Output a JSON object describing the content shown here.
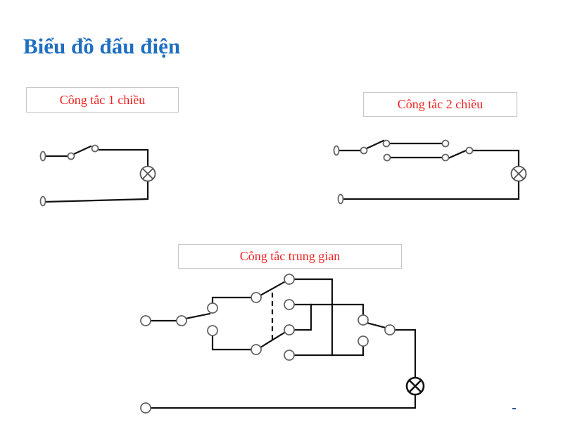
{
  "title": "Biểu đồ đấu điện",
  "colors": {
    "title": "#1f6fc1",
    "label_text": "#f02020",
    "label_border": "#c8c8c8",
    "wire": "#111111",
    "terminal_outline": "#666666"
  },
  "diagrams": [
    {
      "id": "one-way",
      "label": "Công tắc 1 chiều",
      "components": [
        "2 supply terminals",
        "1 single-pole switch",
        "1 lamp"
      ]
    },
    {
      "id": "two-way",
      "label": "Công tắc 2 chiều",
      "components": [
        "2 supply terminals",
        "2 two-way (SPDT) switches",
        "2 traveler wires",
        "1 lamp"
      ]
    },
    {
      "id": "intermediate",
      "label": "Công tắc trung gian",
      "components": [
        "2 supply terminals",
        "2 two-way switches",
        "1 intermediate (DPDT) switch with mechanical link (dashed)",
        "1 lamp"
      ]
    }
  ]
}
